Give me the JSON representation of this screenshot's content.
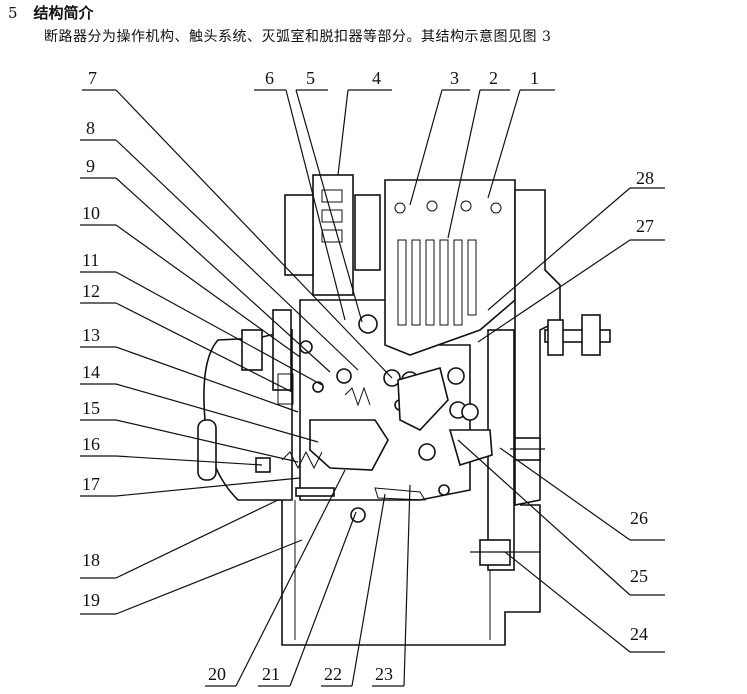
{
  "section": {
    "number": "5",
    "title": "结构简介",
    "intro": "断路器分为操作机构、触头系统、灭弧室和脱扣器等部分。其结构示意图见图 3"
  },
  "figure": {
    "callouts": [
      "1",
      "2",
      "3",
      "4",
      "5",
      "6",
      "7",
      "8",
      "9",
      "10",
      "11",
      "12",
      "13",
      "14",
      "15",
      "16",
      "17",
      "18",
      "19",
      "20",
      "21",
      "22",
      "23",
      "24",
      "25",
      "26",
      "27",
      "28"
    ]
  }
}
